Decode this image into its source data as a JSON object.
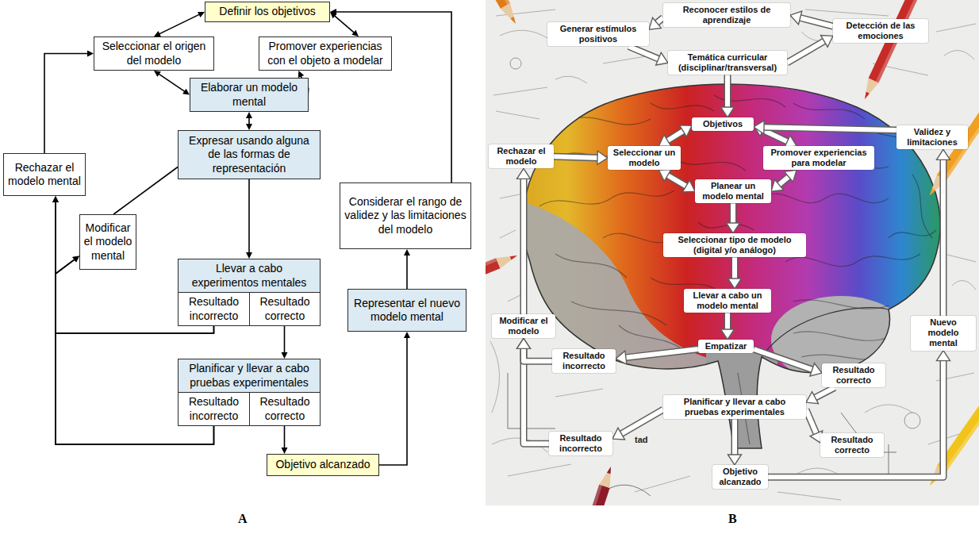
{
  "diagram": {
    "nodes": [
      {
        "text": [
          "Definir los objetivos"
        ]
      },
      {
        "text": [
          "Seleccionar el origen del modelo"
        ]
      },
      {
        "text": [
          "Promover experiencias con el objeto a modelar"
        ]
      },
      {
        "text": [
          "Elaborar un modelo mental"
        ]
      },
      {
        "text": [
          "Expresar usando alguna de las formas de representación"
        ]
      },
      {
        "text": [
          "Modificar el modelo mental"
        ]
      },
      {
        "text": [
          "Rechazar el modelo mental"
        ]
      },
      {
        "text": [
          "Llevar a cabo experimentos mentales"
        ]
      },
      {
        "text": [
          "Resultado incorrecto"
        ],
        "in": 7
      },
      {
        "text": [
          "Resultado correcto"
        ],
        "in": 7
      },
      {
        "text": [
          "Planificar y llevar a cabo pruebas experimentales"
        ]
      },
      {
        "text": [
          "Resultado incorrecto"
        ],
        "in": 10
      },
      {
        "text": [
          "Resultado correcto"
        ],
        "in": 10
      },
      {
        "text": [
          "Objetivo alcanzado"
        ]
      },
      {
        "text": [
          "Representar el nuevo modelo mental"
        ]
      },
      {
        "text": [
          "Considerar el rango de validez y las limitaciones del modelo"
        ]
      },
      {
        "text": [
          "Reconocer estilos de aprendizaje"
        ]
      },
      {
        "text": [
          "Generar estímulos positivos"
        ]
      },
      {
        "text": [
          "Detección de las emociones"
        ]
      },
      {
        "text": [
          "Temática curricular (disciplinar/transversal)"
        ]
      },
      {
        "text": [
          "Objetivos"
        ]
      },
      {
        "text": [
          "Validez y limitaciones"
        ]
      },
      {
        "text": [
          "Rechazar el modelo"
        ]
      },
      {
        "text": [
          "Seleccionar un modelo"
        ]
      },
      {
        "text": [
          "Promover experiencias para modelar"
        ]
      },
      {
        "text": [
          "Planear un modelo mental"
        ]
      },
      {
        "text": [
          "Seleccionar tipo de modelo (digital y/o análogo)"
        ]
      },
      {
        "text": [
          "Modificar el modelo"
        ]
      },
      {
        "text": [
          "Nuevo modelo mental"
        ]
      },
      {
        "text": [
          "Llevar a cabo un modelo mental"
        ]
      },
      {
        "text": [
          "Empatizar"
        ]
      },
      {
        "text": [
          "Resultado incorrecto"
        ]
      },
      {
        "text": [
          "Resultado correcto"
        ]
      },
      {
        "text": [
          "Planificar y llevar a cabo pruebas experimentales"
        ]
      },
      {
        "text": [
          "Resultado incorrecto"
        ]
      },
      {
        "text": [
          "Resultado correcto"
        ]
      },
      {
        "text": [
          "Objetivo alcanzado"
        ]
      }
    ],
    "edges": [
      {
        "from": 0,
        "to": 1,
        "arrow": "both"
      },
      {
        "from": 0,
        "to": 2,
        "arrow": "both"
      },
      {
        "from": 1,
        "to": 3,
        "arrow": "both"
      },
      {
        "from": 2,
        "to": 3,
        "arrow": "both"
      },
      {
        "from": 3,
        "to": 4,
        "arrow": "both"
      },
      {
        "from": 4,
        "to": 7,
        "arrow": "to"
      },
      {
        "from": 5,
        "to": 4,
        "arrow": "none"
      },
      {
        "from": 6,
        "to": 1,
        "arrow": "to"
      },
      {
        "from": 8,
        "to": 6,
        "arrow": "to"
      },
      {
        "from": 8,
        "to": 5,
        "arrow": "to"
      },
      {
        "from": 11,
        "to": 6,
        "arrow": "to"
      },
      {
        "from": 11,
        "to": 5,
        "arrow": "to"
      },
      {
        "from": 9,
        "to": 10,
        "arrow": "to"
      },
      {
        "from": 12,
        "to": 13,
        "arrow": "to"
      },
      {
        "from": 13,
        "to": 14,
        "arrow": "to"
      },
      {
        "from": 14,
        "to": 15,
        "arrow": "to"
      },
      {
        "from": 15,
        "to": 0,
        "arrow": "to"
      },
      {
        "from": 16,
        "to": 17,
        "arrow": "to"
      },
      {
        "from": 17,
        "to": 19,
        "arrow": "to"
      },
      {
        "from": 19,
        "to": 18,
        "arrow": "to"
      },
      {
        "from": 18,
        "to": 16,
        "arrow": "to"
      },
      {
        "from": 19,
        "to": 20,
        "arrow": "to"
      },
      {
        "from": 20,
        "to": 23,
        "arrow": "both"
      },
      {
        "from": 20,
        "to": 24,
        "arrow": "both"
      },
      {
        "from": 23,
        "to": 25,
        "arrow": "both"
      },
      {
        "from": 24,
        "to": 25,
        "arrow": "both"
      },
      {
        "from": 25,
        "to": 26,
        "arrow": "to"
      },
      {
        "from": 26,
        "to": 29,
        "arrow": "to"
      },
      {
        "from": 29,
        "to": 30,
        "arrow": "to"
      },
      {
        "from": 30,
        "to": 31,
        "arrow": "to"
      },
      {
        "from": 30,
        "to": 32,
        "arrow": "to"
      },
      {
        "from": 32,
        "to": 33,
        "arrow": "to"
      },
      {
        "from": 33,
        "to": 34,
        "arrow": "to"
      },
      {
        "from": 33,
        "to": 35,
        "arrow": "to"
      },
      {
        "from": 33,
        "to": 36,
        "arrow": "to"
      },
      {
        "from": 34,
        "to": 27,
        "arrow": "to"
      },
      {
        "from": 31,
        "to": 27,
        "arrow": "to"
      },
      {
        "from": 27,
        "to": 22,
        "arrow": "to"
      },
      {
        "from": 22,
        "to": 23,
        "arrow": "to"
      },
      {
        "from": 36,
        "to": 28,
        "arrow": "to"
      },
      {
        "from": 28,
        "to": 21,
        "arrow": "to"
      },
      {
        "from": 21,
        "to": 20,
        "arrow": "to"
      }
    ],
    "labels": [
      "tad",
      "A",
      "B"
    ]
  }
}
